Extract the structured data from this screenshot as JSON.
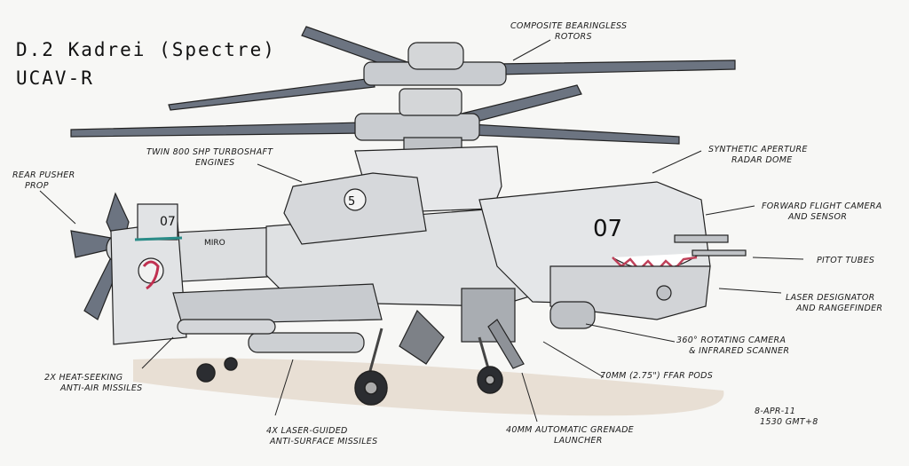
{
  "title": {
    "line1": "D.2 Kadrei (Spectre)",
    "line2": "UCAV-R"
  },
  "annotations": {
    "rotors": [
      "Composite Bearingless",
      "Rotors"
    ],
    "engines": [
      "Twin 800 shp Turboshaft",
      "Engines"
    ],
    "pusher": [
      "Rear Pusher",
      "Prop"
    ],
    "radar": [
      "Synthetic Aperture",
      "Radar Dome"
    ],
    "camera": [
      "Forward Flight Camera",
      "and Sensor"
    ],
    "pitot": [
      "Pitot Tubes"
    ],
    "laser": [
      "Laser Designator",
      "and Rangefinder"
    ],
    "rotating": [
      "360° Rotating Camera",
      "& Infrared Scanner"
    ],
    "ffar": [
      "70mm (2.75\") FFAR Pods"
    ],
    "grenade": [
      "40mm Automatic Grenade",
      "Launcher"
    ],
    "surface": [
      "4x Laser-Guided",
      "Anti-Surface Missiles"
    ],
    "air": [
      "2x Heat-Seeking",
      "Anti-Air Missiles"
    ]
  },
  "signature": [
    "8-Apr-11",
    "1530 GMT+8"
  ],
  "markings": {
    "tail_number": "07",
    "nose_number": "07",
    "nacelle_number": "5",
    "name": "MIRO"
  }
}
